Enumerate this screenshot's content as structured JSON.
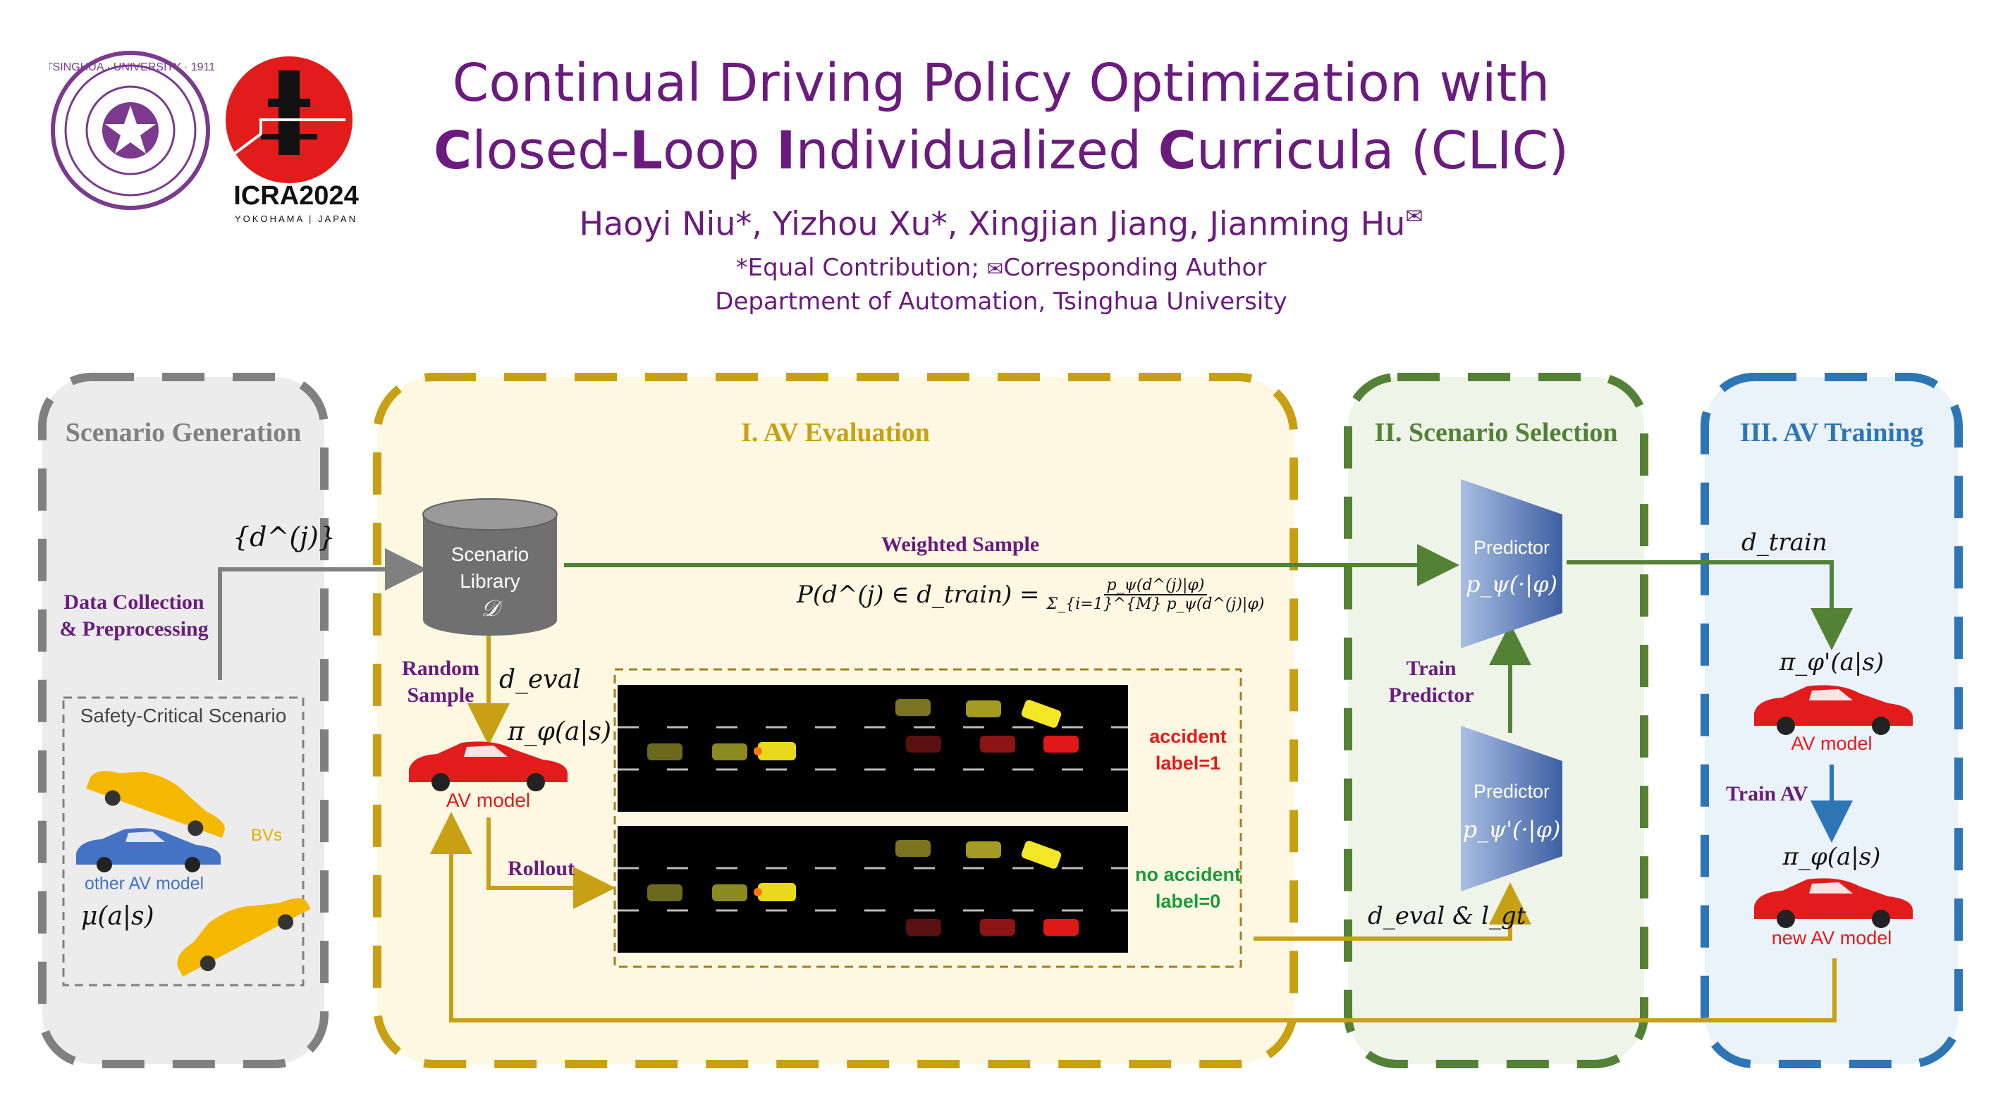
{
  "header": {
    "title_line1": "Continual Driving Policy Optimization with",
    "title_line2": {
      "c1": "C",
      "r1": "losed-",
      "c2": "L",
      "r2": "oop ",
      "c3": "I",
      "r3": "ndividualized ",
      "c4": "C",
      "r4": "urricula (CLIC)"
    },
    "authors": "Haoyi Niu*, Yizhou Xu*, Xingjian Jiang, Jianming Hu",
    "contribution_note": "*Equal Contribution;",
    "corresponding_note": "Corresponding Author",
    "department": "Department of Automation, Tsinghua University"
  },
  "logos": {
    "tsinghua_text": "TSINGHUA · UNIVERSITY · 1911",
    "icra_text": "ICRA2024",
    "icra_sub": "YOKOHAMA | JAPAN"
  },
  "sections": {
    "generation": {
      "title": "Scenario Generation",
      "color": "#808080"
    },
    "evaluation": {
      "title": "I. AV Evaluation",
      "color": "#c8a013"
    },
    "selection": {
      "title": "II. Scenario Selection",
      "color": "#538135"
    },
    "training": {
      "title": "III. AV Training",
      "color": "#2e75b6"
    }
  },
  "generation": {
    "data_label": "{d^(j)}",
    "data_collection_l1": "Data Collection",
    "data_collection_l2": "& Preprocessing",
    "safety_box_title": "Safety-Critical Scenario",
    "bvs": "BVs",
    "other_av": "other AV model",
    "mu": "μ(a|s)"
  },
  "evaluation": {
    "library_l1": "Scenario",
    "library_l2": "Library",
    "library_symbol": "𝒟",
    "weighted_sample": "Weighted Sample",
    "formula_lhs": "P(d^(j) ∈ d_train) =",
    "formula_num": "p_ψ(d^(j)|φ)",
    "formula_den": "Σ_{i=1}^{M} p_ψ(d^(j)|φ)",
    "random_l1": "Random",
    "random_l2": "Sample",
    "d_eval": "d_eval",
    "pi_phi": "π_φ(a|s)",
    "av_model": "AV model",
    "rollout": "Rollout",
    "accident_l1": "accident",
    "accident_l2": "label=1",
    "no_accident_l1": "no accident",
    "no_accident_l2": "label=0"
  },
  "selection": {
    "predictor_top": "Predictor",
    "predictor_top_fn": "p_ψ(·|φ)",
    "predictor_bottom": "Predictor",
    "predictor_bottom_fn": "p_ψ'(·|φ)",
    "train_predictor_l1": "Train",
    "train_predictor_l2": "Predictor",
    "deval_lgt": "d_eval & l_gt"
  },
  "training": {
    "d_train": "d_train",
    "pi_phi_prime": "π_φ'(a|s)",
    "av_model": "AV model",
    "train_av": "Train AV",
    "pi_phi": "π_φ(a|s)",
    "new_av_model": "new AV model"
  },
  "colors": {
    "purple": "#6a1b7d",
    "gold": "#c8a013",
    "green": "#538135",
    "blue": "#2e75b6",
    "red": "#e21b1b",
    "grey": "#808080"
  }
}
